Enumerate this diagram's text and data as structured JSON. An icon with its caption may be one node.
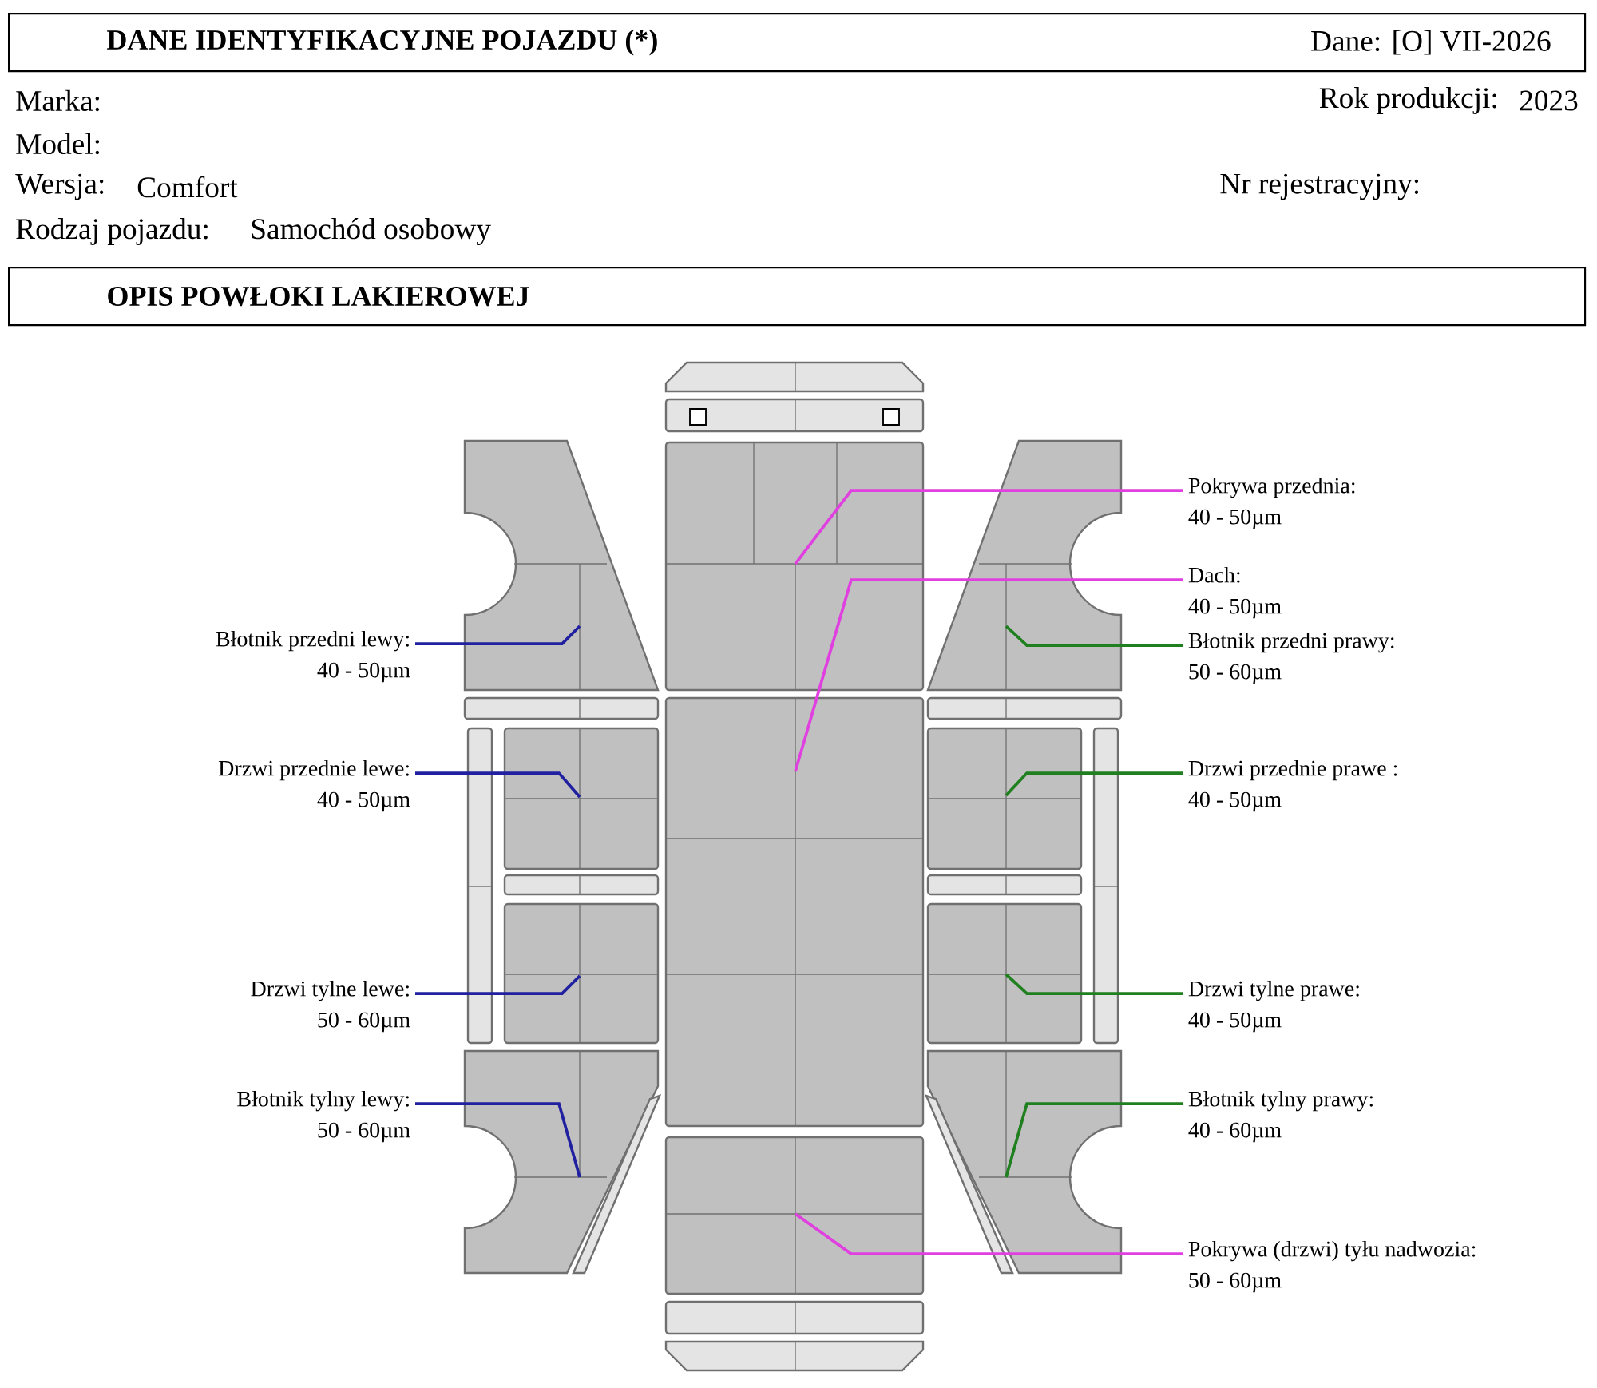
{
  "diagram": {
    "nodes": [
      {
        "text": [
          "DANE IDENTYFIKACYJNE POJAZDU (*)",
          "Dane: [O] VII-2026"
        ]
      },
      {
        "text": [
          "OPIS POWŁOKI LAKIEROWEJ"
        ]
      },
      {
        "text": [
          "Pokrywa przednia:",
          "40 - 50µm"
        ]
      },
      {
        "text": [
          "Dach:",
          "40 - 50µm"
        ]
      },
      {
        "text": [
          "Błotnik przedni lewy:",
          "40 - 50µm"
        ]
      },
      {
        "text": [
          "Błotnik przedni prawy:",
          "50 - 60µm"
        ]
      },
      {
        "text": [
          "Drzwi przednie lewe:",
          "40 - 50µm"
        ]
      },
      {
        "text": [
          "Drzwi przednie prawe :",
          "40 - 50µm"
        ]
      },
      {
        "text": [
          "Drzwi tylne lewe:",
          "50 - 60µm"
        ]
      },
      {
        "text": [
          "Drzwi tylne prawe:",
          "40 - 50µm"
        ]
      },
      {
        "text": [
          "Błotnik tylny lewy:",
          "50 - 60µm"
        ]
      },
      {
        "text": [
          "Błotnik tylny prawy:",
          "40 - 60µm"
        ]
      },
      {
        "text": [
          "Pokrywa (drzwi) tyłu nadwozia:",
          "50 - 60µm"
        ]
      }
    ],
    "edges": [
      {
        "from": 2,
        "to": null,
        "arrow": "none",
        "color": "#e040e0"
      },
      {
        "from": 3,
        "to": null,
        "arrow": "none",
        "color": "#e040e0"
      },
      {
        "from": 4,
        "to": null,
        "arrow": "none",
        "color": "#2020a0"
      },
      {
        "from": 5,
        "to": null,
        "arrow": "none",
        "color": "#208020"
      },
      {
        "from": 6,
        "to": null,
        "arrow": "none",
        "color": "#2020a0"
      },
      {
        "from": 7,
        "to": null,
        "arrow": "none",
        "color": "#208020"
      },
      {
        "from": 8,
        "to": null,
        "arrow": "none",
        "color": "#2020a0"
      },
      {
        "from": 9,
        "to": null,
        "arrow": "none",
        "color": "#208020"
      },
      {
        "from": 10,
        "to": null,
        "arrow": "none",
        "color": "#2020a0"
      },
      {
        "from": 11,
        "to": null,
        "arrow": "none",
        "color": "#208020"
      },
      {
        "from": 12,
        "to": null,
        "arrow": "none",
        "color": "#e040e0"
      }
    ],
    "labels": [
      "Marka:",
      "Rok produkcji:",
      "2023",
      "Model:",
      "Wersja:",
      "Comfort",
      "Nr rejestracyjny:",
      "Rodzaj pojazdu:",
      "Samochód osobowy"
    ]
  }
}
